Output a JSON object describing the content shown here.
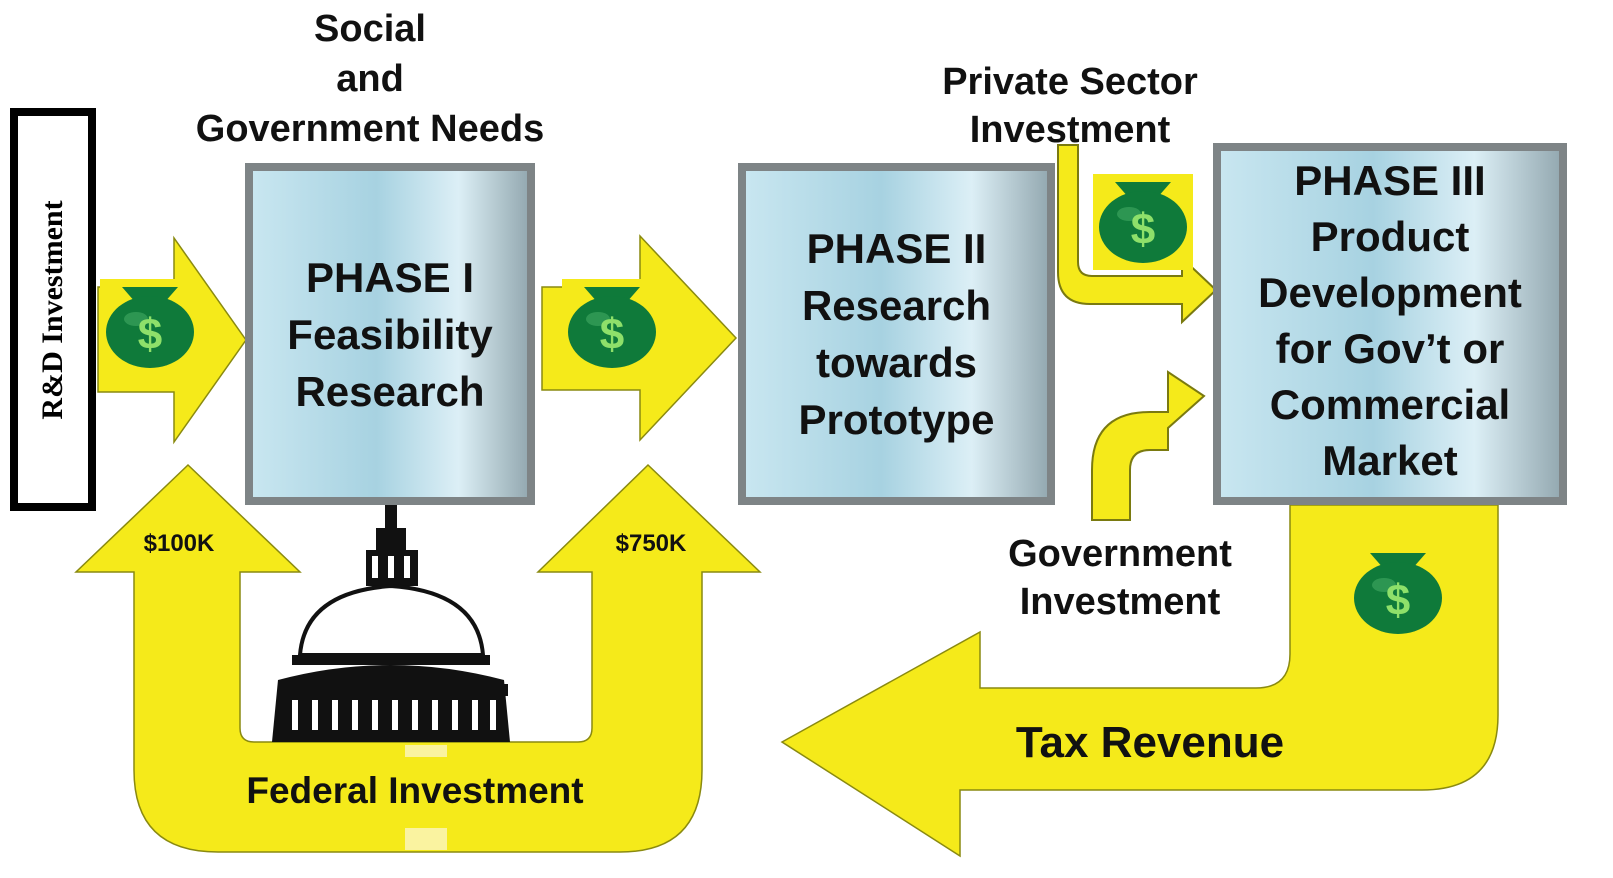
{
  "diagram": {
    "social_needs": [
      "Social",
      "and",
      "Government Needs"
    ],
    "rd_investment": "R&D Investment",
    "phase1": [
      "PHASE I",
      "Feasibility",
      "Research"
    ],
    "phase2": [
      "PHASE II",
      "Research",
      "towards",
      "Prototype"
    ],
    "phase3": [
      "PHASE III",
      "Product",
      "Development",
      "for Gov’t or",
      "Commercial",
      "Market"
    ],
    "private_sector": [
      "Private Sector",
      "Investment"
    ],
    "government_investment": [
      "Government",
      "Investment"
    ],
    "amount_phase1": "$100K",
    "amount_phase2": "$750K",
    "federal_investment": "Federal Investment",
    "tax_revenue": "Tax Revenue",
    "money_symbol": "$",
    "colors": {
      "arrow_yellow": "#f5ea1a",
      "arrow_outline": "#8a8a10",
      "phase_fill": "#a7d2e1",
      "phase_border": "#7e8486",
      "money_bag": "#0f7a3a"
    }
  }
}
